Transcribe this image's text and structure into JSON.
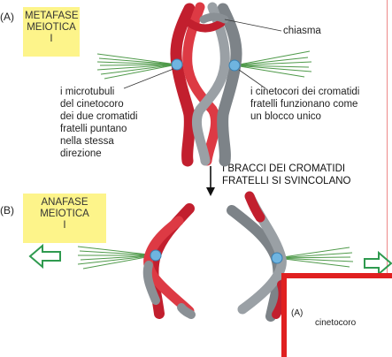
{
  "panel_a": {
    "letter": "(A)",
    "stage_label": [
      "METAFASE",
      "MEIOTICA",
      "I"
    ],
    "chiasma_label": "chiasma",
    "left_note": [
      "i microtubuli",
      "del cinetocoro",
      "dei due cromatidi",
      "fratelli puntano",
      "nella stessa",
      "direzione"
    ],
    "right_note": [
      "i cinetocori dei cromatidi",
      "fratelli funzionano come",
      "un blocco unico"
    ]
  },
  "transition": {
    "caption": [
      "I BRACCI DEI CROMATIDI",
      "FRATELLI SI SVINCOLANO"
    ]
  },
  "panel_b": {
    "letter": "(B)",
    "stage_label": [
      "ANAFASE",
      "MEIOTICA",
      "I"
    ]
  },
  "inset": {
    "letter": "(A)",
    "label": "cinetocoro"
  },
  "colors": {
    "red_chromatid": "#d8303a",
    "gray_chromatid": "#8a9095",
    "kinetochore": "#6fb4e0",
    "microtubule": "#4f9a4a",
    "arrow": "#2f9a4f",
    "label_bg": "#fdf48a",
    "inset_border": "#e02020"
  }
}
